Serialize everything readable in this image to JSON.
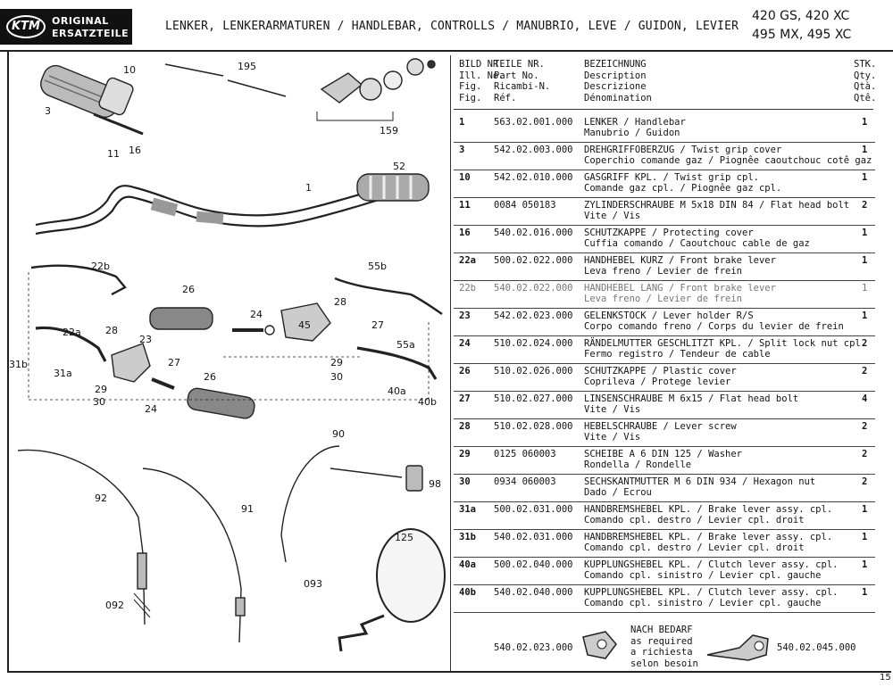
{
  "header": {
    "logo_mark": "KTM",
    "logo_line1": "ORIGINAL",
    "logo_line2": "ERSATZTEILE",
    "title": "LENKER, LENKERARMATUREN / HANDLEBAR, CONTROLLS / MANUBRIO, LEVE / GUIDON, LEVIER",
    "model_line1": "420 GS, 420 XC",
    "model_line2": "495 MX, 495 XC"
  },
  "table": {
    "headers": {
      "fig": "BILD NR.\nIll. No.\nFig.\nFig.",
      "part": "TEILE NR.\nPart No.\nRicambi-N.\nRéf.",
      "desc": "BEZEICHNUNG\nDescription\nDescrizione\nDénomination",
      "qty": "STK.\nQty.\nQtà.\nQtê."
    },
    "rows": [
      {
        "fig": "1",
        "part": "563.02.001.000",
        "d1": "LENKER / Handlebar",
        "d2": "Manubrio / Guidon",
        "qty": "1"
      },
      {
        "fig": "3",
        "part": "542.02.003.000",
        "d1": "DREHGRIFFOBERZUG / Twist grip cover",
        "d2": "Coperchio comande gaz / Piognêe caoutchouc cotê gaz",
        "qty": "1"
      },
      {
        "fig": "10",
        "part": "542.02.010.000",
        "d1": "GASGRIFF KPL. / Twist grip cpl.",
        "d2": "Comande gaz cpl. / Piognêe gaz cpl.",
        "qty": "1"
      },
      {
        "fig": "11",
        "part": "0084 050183",
        "d1": "ZYLINDERSCHRAUBE M 5x18 DIN 84 / Flat head bolt",
        "d2": "Vite / Vis",
        "qty": "2"
      },
      {
        "fig": "16",
        "part": "540.02.016.000",
        "d1": "SCHUTZKAPPE / Protecting cover",
        "d2": "Cuffia comando / Caoutchouc cable de gaz",
        "qty": "1"
      },
      {
        "fig": "22a",
        "part": "500.02.022.000",
        "d1": "HANDHEBEL KURZ / Front brake lever",
        "d2": "Leva freno / Levier de frein",
        "qty": "1"
      },
      {
        "fig": "22b",
        "part": "540.02.022.000",
        "d1": "HANDHEBEL LANG / Front brake lever",
        "d2": "Leva freno / Levier de frein",
        "qty": "1",
        "faded": true
      },
      {
        "fig": "23",
        "part": "542.02.023.000",
        "d1": "GELENKSTOCK / Lever holder R/S",
        "d2": "Corpo comando freno / Corps du levier de frein",
        "qty": "1"
      },
      {
        "fig": "24",
        "part": "510.02.024.000",
        "d1": "RÄNDELMUTTER GESCHLITZT KPL. / Split lock nut cpl.",
        "d2": "Fermo registro / Tendeur de cable",
        "qty": "2"
      },
      {
        "fig": "26",
        "part": "510.02.026.000",
        "d1": "SCHUTZKAPPE / Plastic cover",
        "d2": "Coprileva / Protege levier",
        "qty": "2"
      },
      {
        "fig": "27",
        "part": "510.02.027.000",
        "d1": "LINSENSCHRAUBE M 6x15 / Flat head bolt",
        "d2": "Vite / Vis",
        "qty": "4"
      },
      {
        "fig": "28",
        "part": "510.02.028.000",
        "d1": "HEBELSCHRAUBE / Lever screw",
        "d2": "Vite / Vis",
        "qty": "2"
      },
      {
        "fig": "29",
        "part": "0125 060003",
        "d1": "SCHEIBE A 6 DIN 125 / Washer",
        "d2": "Rondella / Rondelle",
        "qty": "2"
      },
      {
        "fig": "30",
        "part": "0934 060003",
        "d1": "SECHSKANTMUTTER M 6 DIN 934 / Hexagon nut",
        "d2": "Dado / Ecrou",
        "qty": "2"
      },
      {
        "fig": "31a",
        "part": "500.02.031.000",
        "d1": "HANDBREMSHEBEL KPL. / Brake lever assy. cpl.",
        "d2": "Comando cpl. destro / Levier cpl. droit",
        "qty": "1"
      },
      {
        "fig": "31b",
        "part": "540.02.031.000",
        "d1": "HANDBREMSHEBEL KPL. / Brake lever assy. cpl.",
        "d2": "Comando cpl. destro / Levier cpl. droit",
        "qty": "1"
      },
      {
        "fig": "40a",
        "part": "500.02.040.000",
        "d1": "KUPPLUNGSHEBEL KPL. / Clutch lever assy. cpl.",
        "d2": "Comando cpl. sinistro / Levier cpl. gauche",
        "qty": "1"
      },
      {
        "fig": "40b",
        "part": "540.02.040.000",
        "d1": "KUPPLUNGSHEBEL KPL. / Clutch lever assy. cpl.",
        "d2": "Comando cpl. sinistro / Levier cpl. gauche",
        "qty": "1"
      }
    ]
  },
  "footer": {
    "part_left": "540.02.023.000",
    "note": "NACH BEDARF\nas required\na richiesta\nselon besoin",
    "part_right": "540.02.045.000"
  },
  "diagram_callouts": [
    {
      "id": "c10",
      "text": "10"
    },
    {
      "id": "c195",
      "text": "195"
    },
    {
      "id": "c3",
      "text": "3"
    },
    {
      "id": "c11",
      "text": "11"
    },
    {
      "id": "c16",
      "text": "16"
    },
    {
      "id": "c159",
      "text": "159"
    },
    {
      "id": "c52",
      "text": "52"
    },
    {
      "id": "c1",
      "text": "1"
    },
    {
      "id": "c22b",
      "text": "22b"
    },
    {
      "id": "c55b",
      "text": "55b"
    },
    {
      "id": "c26a",
      "text": "26"
    },
    {
      "id": "c28a",
      "text": "28"
    },
    {
      "id": "c24a",
      "text": "24"
    },
    {
      "id": "c45",
      "text": "45"
    },
    {
      "id": "c27a",
      "text": "27"
    },
    {
      "id": "c28b",
      "text": "28"
    },
    {
      "id": "c22a",
      "text": "22a"
    },
    {
      "id": "c23",
      "text": "23"
    },
    {
      "id": "c55a",
      "text": "55a"
    },
    {
      "id": "c31b",
      "text": "31b"
    },
    {
      "id": "c31a",
      "text": "31a"
    },
    {
      "id": "c27b",
      "text": "27"
    },
    {
      "id": "c29a",
      "text": "29"
    },
    {
      "id": "c30a",
      "text": "30"
    },
    {
      "id": "c29b",
      "text": "29"
    },
    {
      "id": "c30b",
      "text": "30"
    },
    {
      "id": "c24b",
      "text": "24"
    },
    {
      "id": "c26b",
      "text": "26"
    },
    {
      "id": "c40a",
      "text": "40a"
    },
    {
      "id": "c40b",
      "text": "40b"
    },
    {
      "id": "c90",
      "text": "90"
    },
    {
      "id": "c98",
      "text": "98"
    },
    {
      "id": "c92",
      "text": "92"
    },
    {
      "id": "c91",
      "text": "91"
    },
    {
      "id": "c125",
      "text": "125"
    },
    {
      "id": "c093",
      "text": "093"
    },
    {
      "id": "c092",
      "text": "092"
    }
  ],
  "page_number": "15"
}
